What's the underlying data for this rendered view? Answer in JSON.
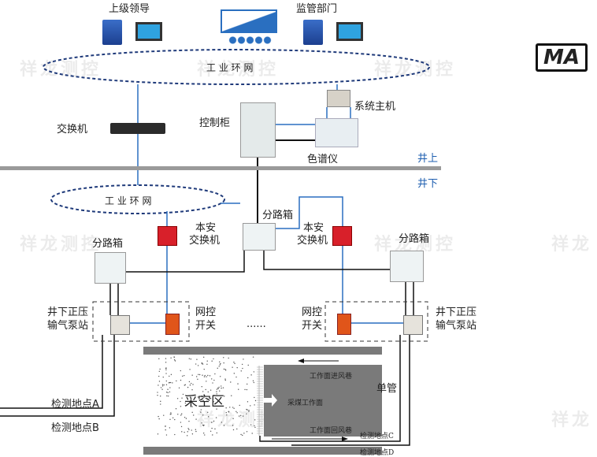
{
  "top": {
    "leader": "上级领导",
    "supervisor": "监管部门",
    "network": "工 业 环 网"
  },
  "surface": {
    "switch": "交换机",
    "cabinet": "控制柜",
    "host": "系统主机",
    "chromatograph": "色谱仪",
    "label": "井上"
  },
  "underground": {
    "label": "井下",
    "network": "工 业 环 网",
    "junction_center": "分路箱",
    "junction_left": "分路箱",
    "junction_right": "分路箱",
    "safe_switch_left": [
      "本安",
      "交换机"
    ],
    "safe_switch_right": [
      "本安",
      "交换机"
    ],
    "pump_left": [
      "井下正压",
      "输气泵站"
    ],
    "pump_right": [
      "井下正压",
      "输气泵站"
    ],
    "net_switch_left": [
      "网控",
      "开关"
    ],
    "net_switch_right": [
      "网控",
      "开关"
    ],
    "ellipsis": "......"
  },
  "mine": {
    "goaf": "采空区",
    "intake": "工作面进风巷",
    "face": "采煤工作面",
    "return": "工作面回风巷",
    "single_pipe": "单管",
    "point_a": "检测地点A",
    "point_b": "检测地点B",
    "point_c": "检测地点C",
    "point_d": "检测地点D"
  },
  "logo": "MA",
  "watermark": "祥龙测控",
  "colors": {
    "network": "#1f3a7a",
    "line_blue": "#2a6fc0",
    "ground": "#9a9a9a",
    "safe_switch": "#d8202a",
    "net_switch": "#e0551a",
    "work_area": "#7a7a7a"
  }
}
